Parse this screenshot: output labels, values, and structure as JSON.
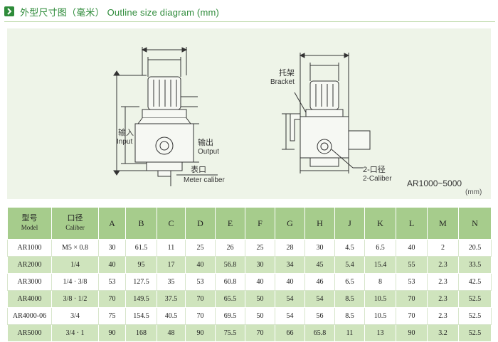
{
  "header": {
    "title": "外型尺寸图（毫米） Outline size diagram (mm)"
  },
  "diagram": {
    "labels": {
      "input_zh": "输入",
      "input_en": "Input",
      "output_zh": "输出",
      "output_en": "Output",
      "meter_zh": "表口",
      "meter_en": "Meter caliber",
      "bracket_zh": "托架",
      "bracket_en": "Bracket",
      "caliber2_zh": "2-口径",
      "caliber2_en": "2-Caliber",
      "series": "AR1000~5000",
      "unit": "(mm)"
    }
  },
  "table": {
    "headers": [
      {
        "zh": "型号",
        "en": "Model"
      },
      {
        "zh": "口径",
        "en": "Caliber"
      },
      {
        "zh": "A"
      },
      {
        "zh": "B"
      },
      {
        "zh": "C"
      },
      {
        "zh": "D"
      },
      {
        "zh": "E"
      },
      {
        "zh": "F"
      },
      {
        "zh": "G"
      },
      {
        "zh": "H"
      },
      {
        "zh": "J"
      },
      {
        "zh": "K"
      },
      {
        "zh": "L"
      },
      {
        "zh": "M"
      },
      {
        "zh": "N"
      }
    ],
    "rows": [
      [
        "AR1000",
        "M5 × 0.8",
        "30",
        "61.5",
        "11",
        "25",
        "26",
        "25",
        "28",
        "30",
        "4.5",
        "6.5",
        "40",
        "2",
        "20.5"
      ],
      [
        "AR2000",
        "1/4",
        "40",
        "95",
        "17",
        "40",
        "56.8",
        "30",
        "34",
        "45",
        "5.4",
        "15.4",
        "55",
        "2.3",
        "33.5"
      ],
      [
        "AR3000",
        "1/4 · 3/8",
        "53",
        "127.5",
        "35",
        "53",
        "60.8",
        "40",
        "40",
        "46",
        "6.5",
        "8",
        "53",
        "2.3",
        "42.5"
      ],
      [
        "AR4000",
        "3/8 · 1/2",
        "70",
        "149.5",
        "37.5",
        "70",
        "65.5",
        "50",
        "54",
        "54",
        "8.5",
        "10.5",
        "70",
        "2.3",
        "52.5"
      ],
      [
        "AR4000-06",
        "3/4",
        "75",
        "154.5",
        "40.5",
        "70",
        "69.5",
        "50",
        "54",
        "56",
        "8.5",
        "10.5",
        "70",
        "2.3",
        "52.5"
      ],
      [
        "AR5000",
        "3/4 · 1",
        "90",
        "168",
        "48",
        "90",
        "75.5",
        "70",
        "66",
        "65.8",
        "11",
        "13",
        "90",
        "3.2",
        "52.5"
      ]
    ]
  },
  "colors": {
    "accent": "#2e8b3a",
    "header_row": "#a6cc8c",
    "stripe": "#cfe4bd",
    "diagram_bg": "#eef4e8"
  }
}
